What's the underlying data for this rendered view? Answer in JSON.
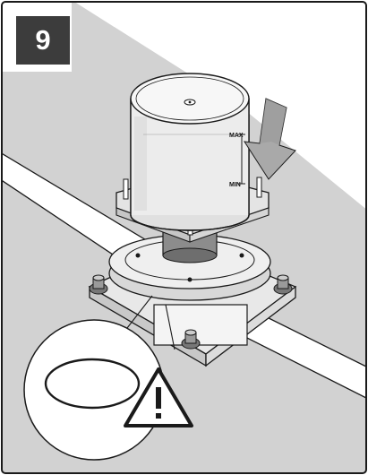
{
  "step_number": "9",
  "level_markings": {
    "max_label": "MAX",
    "min_label": "MIN"
  },
  "icons": {
    "step_badge": "step-number-badge",
    "arrow": "press-down-arrow-icon",
    "warning": "warning-triangle-icon",
    "detail": "o-ring-detail-callout"
  },
  "colors": {
    "background": "#ffffff",
    "floor_gray": "#cfcfcf",
    "floor_dark": "#bdbdbd",
    "badge": "#3c3c3c",
    "arrow_gray": "#a9a9a9",
    "line": "#1a1a1a"
  }
}
